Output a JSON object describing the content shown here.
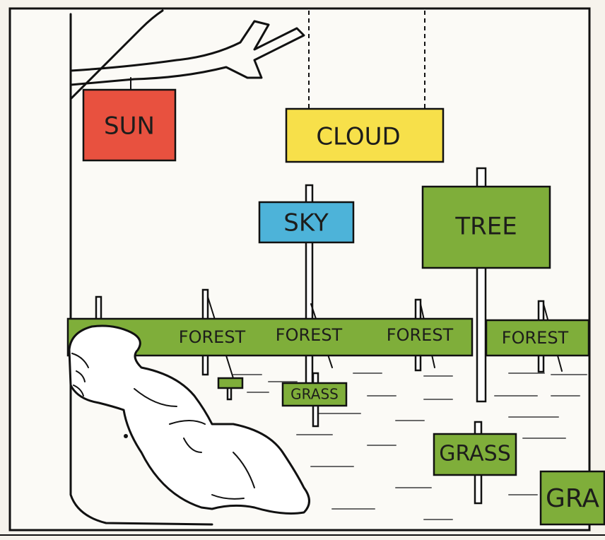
{
  "signs": {
    "sun": "SUN",
    "cloud": "CLOUD",
    "sky": "SKY",
    "tree": "TREE",
    "forest_1": "FOREST",
    "forest_2": "FOREST",
    "forest_3": "FOREST",
    "forest_4": "FOREST",
    "grass_small": "GRASS",
    "grass_large": "GRASS",
    "grass_partial": "GRA"
  },
  "colors": {
    "sun_sign": "#e8513f",
    "cloud_sign": "#f7e04a",
    "sky_sign": "#4db3d9",
    "green_sign": "#7fae3a",
    "paper": "#f6f3ec",
    "ink": "#111111"
  }
}
